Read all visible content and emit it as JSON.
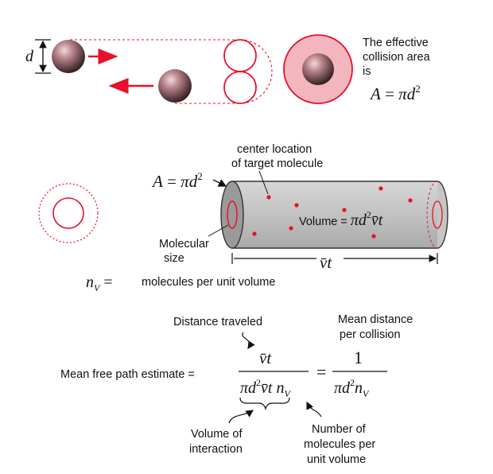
{
  "top": {
    "d_label": "d",
    "effective_area_line1": "The effective",
    "effective_area_line2": "collision area",
    "effective_area_line3": "is",
    "area_formula": "A = πd²"
  },
  "cylinder": {
    "area_label": "A = πd²",
    "center_label_line1": "center location",
    "center_label_line2": "of target molecule",
    "volume_label": "Volume = πd² v̄ t",
    "molecular_size_line1": "Molecular",
    "molecular_size_line2": "size",
    "length_label": "v̄ t"
  },
  "density": {
    "symbol": "nV =",
    "description": "molecules per unit volume"
  },
  "mean_free_path": {
    "distance_traveled": "Distance traveled",
    "mean_distance_line1": "Mean distance",
    "mean_distance_line2": "per collision",
    "label": "Mean free path estimate =",
    "numerator": "v̄ t",
    "denominator": "πd² v̄ t nV",
    "equals": "=",
    "rhs_numerator": "1",
    "rhs_denominator": "πd² nV",
    "volume_line1": "Volume of",
    "volume_line2": "interaction",
    "number_line1": "Number of",
    "number_line2": "molecules per",
    "number_line3": "unit volume"
  },
  "colors": {
    "red": "#e8102a",
    "pink_fill": "#f4b6be",
    "cylinder_gray": "#bdbdbd",
    "end_gray": "#9a9a9a"
  }
}
